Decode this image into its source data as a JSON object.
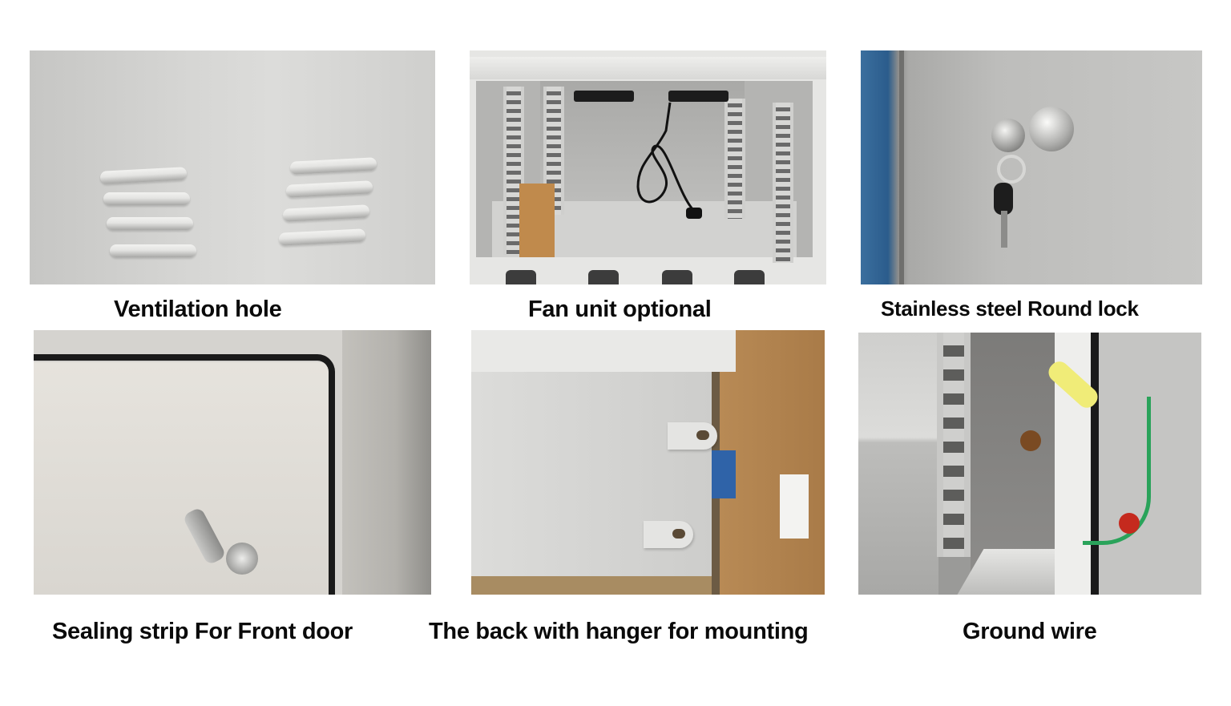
{
  "layout": "2x3 product feature photo grid",
  "panels": [
    {
      "id": "ventilation",
      "caption": "Ventilation hole",
      "image_description": "Grey steel cabinet panel with two groups of four louvred ventilation slots"
    },
    {
      "id": "fan",
      "caption": "Fan unit optional",
      "image_description": "Open cabinet interior with two roof-mounted fans, black power cord and plug, 19-inch rails and small cardboard box"
    },
    {
      "id": "lock",
      "caption": "Stainless steel Round lock",
      "image_description": "Round chrome lock on grey cabinet door with keys inserted"
    },
    {
      "id": "sealing",
      "caption": "Sealing strip For Front door",
      "image_description": "Cabinet front door with black rubber sealing strip and quarter-turn latch"
    },
    {
      "id": "hanger",
      "caption": "The back with hanger for mounting",
      "image_description": "Rear of wall-mount cabinet showing two wall-mounting hanger brackets"
    },
    {
      "id": "ground",
      "caption": "Ground wire",
      "image_description": "Yellow-green earth wire connecting cabinet door to frame with ground symbol stickers"
    }
  ],
  "colors": {
    "background": "#ffffff",
    "caption_text": "#0a0a0a",
    "cabinet_grey": "#c8c8c6",
    "earth_wire_green": "#2aa35a",
    "earth_wire_yellow": "#f0ec78"
  }
}
